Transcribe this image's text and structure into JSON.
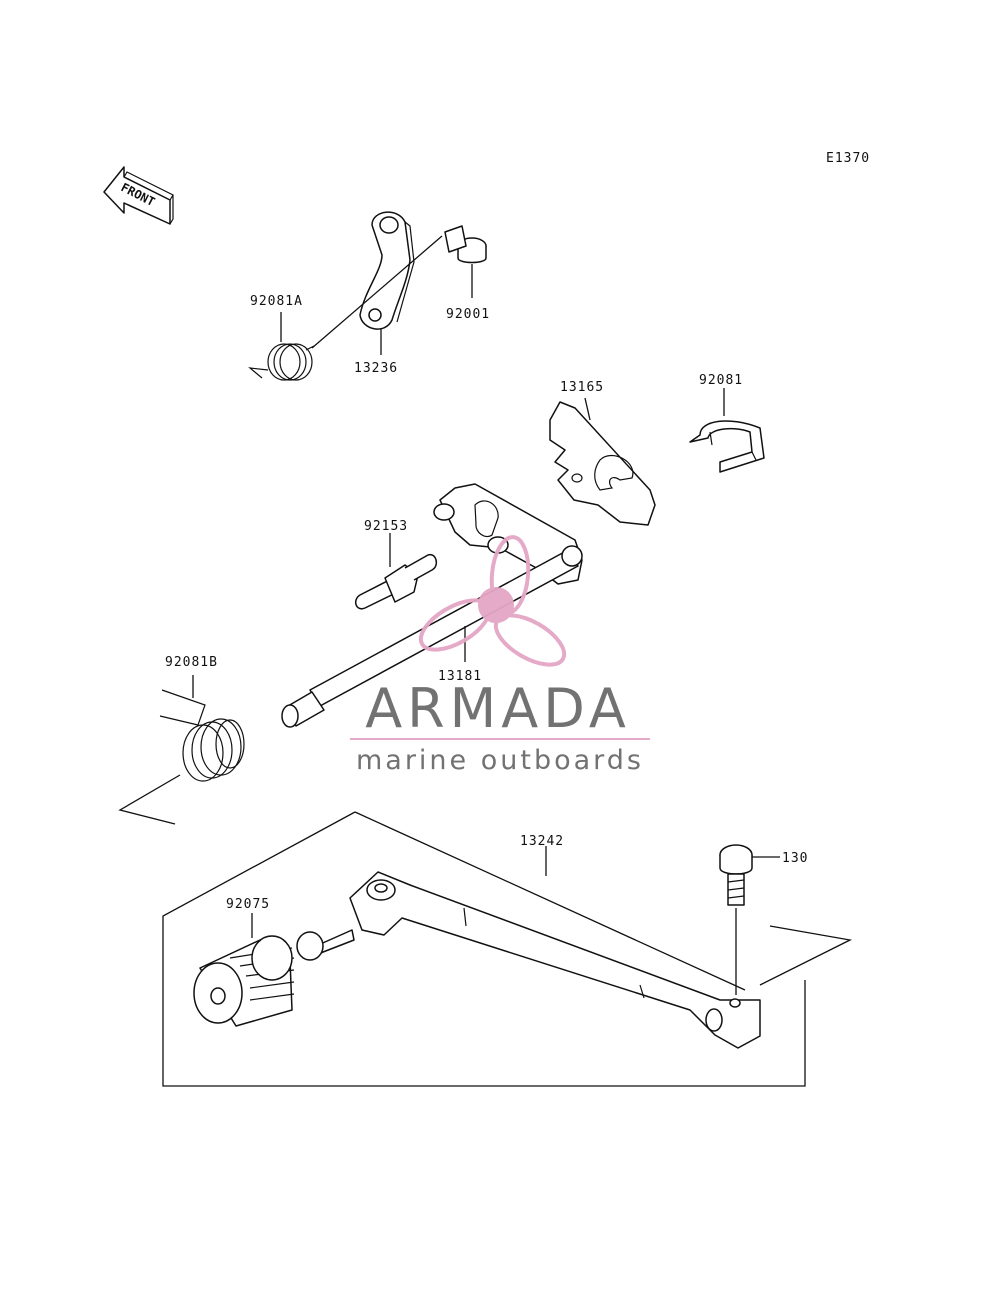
{
  "diagram_code": "E1370",
  "front_marker": "FRONT",
  "parts": {
    "p92081A": "92081A",
    "p13236": "13236",
    "p92001": "92001",
    "p13165": "13165",
    "p92081": "92081",
    "p92153": "92153",
    "p13181": "13181",
    "p92081B": "92081B",
    "p13242": "13242",
    "p130": "130",
    "p92075": "92075"
  },
  "watermark": {
    "name": "ARMADA",
    "tagline": "marine outboards",
    "colors": {
      "logo": "#e4a6c6",
      "text": "#6b6b6b"
    }
  }
}
